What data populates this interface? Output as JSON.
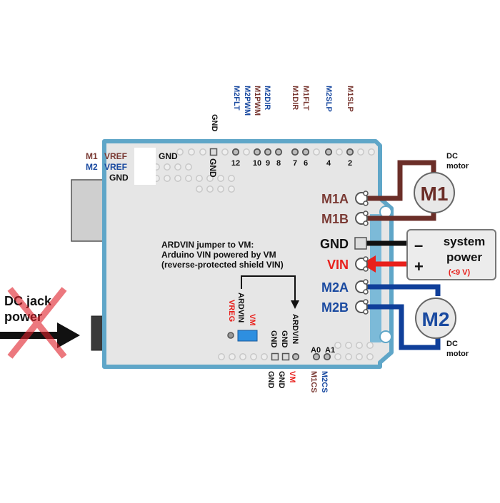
{
  "colors": {
    "m1": "#7a3a34",
    "m2": "#1a4aa0",
    "vin": "#e8201c",
    "gnd": "#111111",
    "board_fill": "#e6e6e6",
    "board_edge": "#5fa6c8",
    "jumper": "#2e8fe0"
  },
  "top_labels": [
    {
      "text": "GND",
      "color": "gnd"
    },
    {
      "text": "M2FLT",
      "color": "m2"
    },
    {
      "text": "M2PWM",
      "color": "m2"
    },
    {
      "text": "M1PWM",
      "color": "m1"
    },
    {
      "text": "M2DIR",
      "color": "m2"
    },
    {
      "text": "M1DIR",
      "color": "m1"
    },
    {
      "text": "M1FLT",
      "color": "m1"
    },
    {
      "text": "M2SLP",
      "color": "m2"
    },
    {
      "text": "M1SLP",
      "color": "m1"
    }
  ],
  "pin_numbers": [
    "12",
    "10",
    "9",
    "8",
    "7",
    "6",
    "4",
    "2"
  ],
  "vref": {
    "m1_prefix": "M1",
    "m2_prefix": "M2",
    "vref_label": "VREF",
    "gnd_left": "GND",
    "gnd_right": "GND",
    "gnd_vertical": "GND"
  },
  "motor_terminals": [
    {
      "label": "M1A",
      "color": "m1"
    },
    {
      "label": "M1B",
      "color": "m1"
    },
    {
      "label": "GND",
      "color": "gnd"
    },
    {
      "label": "VIN",
      "color": "vin"
    },
    {
      "label": "M2A",
      "color": "m2"
    },
    {
      "label": "M2B",
      "color": "m2"
    }
  ],
  "motors": {
    "m1": {
      "label": "M1",
      "caption_line1": "DC",
      "caption_line2": "motor"
    },
    "m2": {
      "label": "M2",
      "caption_line1": "DC",
      "caption_line2": "motor"
    }
  },
  "system_power": {
    "minus": "–",
    "plus": "+",
    "line1": "system",
    "line2": "power",
    "limit": "(<9 V)"
  },
  "note": {
    "line1": "ARDVIN jumper to VM:",
    "line2": "Arduino VIN powered by VM",
    "line3": "(reverse-protected shield VIN)"
  },
  "jumper_labels": {
    "ardvin": "ARDVIN",
    "vreg": "VREG",
    "vm": "VM",
    "gnd1": "GND",
    "gnd2": "GND",
    "ardvin_right": "ARDVIN"
  },
  "analog": {
    "a0": "A0",
    "a1": "A1"
  },
  "bottom_labels": [
    {
      "text": "GND",
      "color": "gnd"
    },
    {
      "text": "GND",
      "color": "gnd"
    },
    {
      "text": "VM",
      "color": "vin"
    },
    {
      "text": "M1CS",
      "color": "m1"
    },
    {
      "text": "M2CS",
      "color": "m2"
    }
  ],
  "dc_jack": {
    "line1": "DC jack",
    "line2": "power"
  }
}
